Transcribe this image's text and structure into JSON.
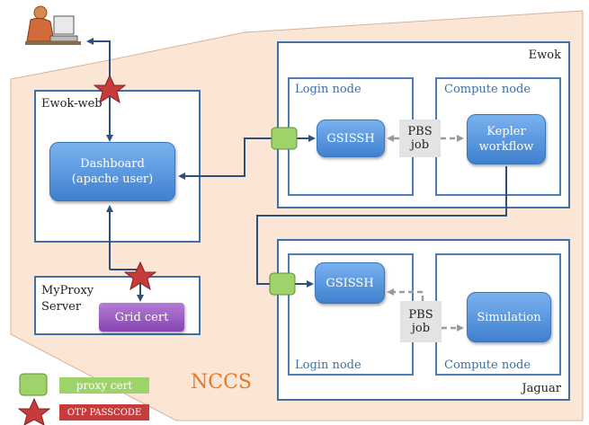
{
  "diagram": {
    "nccs_label": "NCCS",
    "ewok_web": {
      "title": "Ewok-web",
      "dashboard": [
        "Dashboard",
        "(apache user)"
      ]
    },
    "myproxy": {
      "title": [
        "MyProxy",
        "Server"
      ],
      "grid_cert": "Grid cert"
    },
    "ewok": {
      "title": "Ewok",
      "login_node": "Login node",
      "compute_node": "Compute node",
      "gsissh": "GSISSH",
      "kepler": [
        "Kepler",
        "workflow"
      ],
      "pbs": [
        "PBS",
        "job"
      ]
    },
    "jaguar": {
      "title": "Jaguar",
      "login_node": "Login node",
      "compute_node": "Compute node",
      "gsissh": "GSISSH",
      "simulation": "Simulation",
      "pbs": [
        "PBS",
        "job"
      ]
    },
    "legend": {
      "proxy_cert": "proxy cert",
      "otp_passcode": "OTP PASSCODE"
    },
    "icons": [
      "user-at-computer-icon",
      "proxy-cert-icon",
      "otp-star-icon"
    ],
    "colors": {
      "nccs_region": "#fbe6d6",
      "box_border": "#3f6fa6",
      "button": "#4a8ad4",
      "star": "#c63b3b",
      "proxy_cert": "#9ed36a",
      "grid_cert": "#9a55c4",
      "nccs_text": "#e27a2a"
    }
  }
}
